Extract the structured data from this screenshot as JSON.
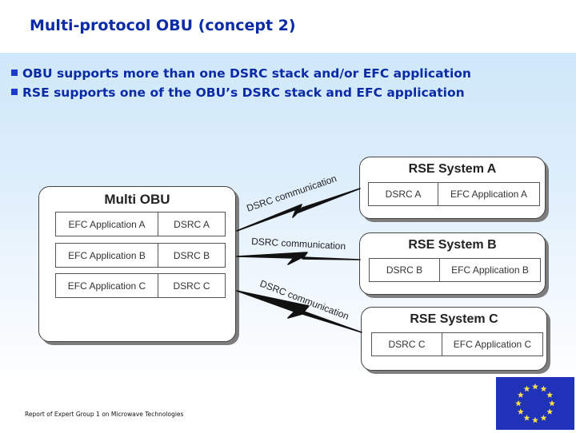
{
  "title": "Multi-protocol OBU (concept 2)",
  "bullets": [
    "OBU supports more than one DSRC stack and/or EFC application",
    "RSE supports one of the OBU’s DSRC stack and EFC application"
  ],
  "multi_obu": {
    "title": "Multi OBU",
    "rows": [
      {
        "app": "EFC Application A",
        "dsrc": "DSRC A"
      },
      {
        "app": "EFC Application B",
        "dsrc": "DSRC B"
      },
      {
        "app": "EFC Application C",
        "dsrc": "DSRC C"
      }
    ]
  },
  "links": [
    {
      "label": "DSRC communication"
    },
    {
      "label": "DSRC communication"
    },
    {
      "label": "DSRC communication"
    }
  ],
  "rse_systems": [
    {
      "title": "RSE System A",
      "dsrc": "DSRC A",
      "app": "EFC Application A"
    },
    {
      "title": "RSE System B",
      "dsrc": "DSRC B",
      "app": "EFC Application B"
    },
    {
      "title": "RSE System C",
      "dsrc": "DSRC C",
      "app": "EFC Application C"
    }
  ],
  "footer": "Report of Expert Group 1 on Microwave Technologies",
  "logo": {
    "name": "eu-flag",
    "star_count": 12,
    "background": "#1f32b8",
    "star_color": "#ffe14d"
  },
  "colors": {
    "title": "#0a2aa6",
    "band": "#cfe8fa"
  }
}
